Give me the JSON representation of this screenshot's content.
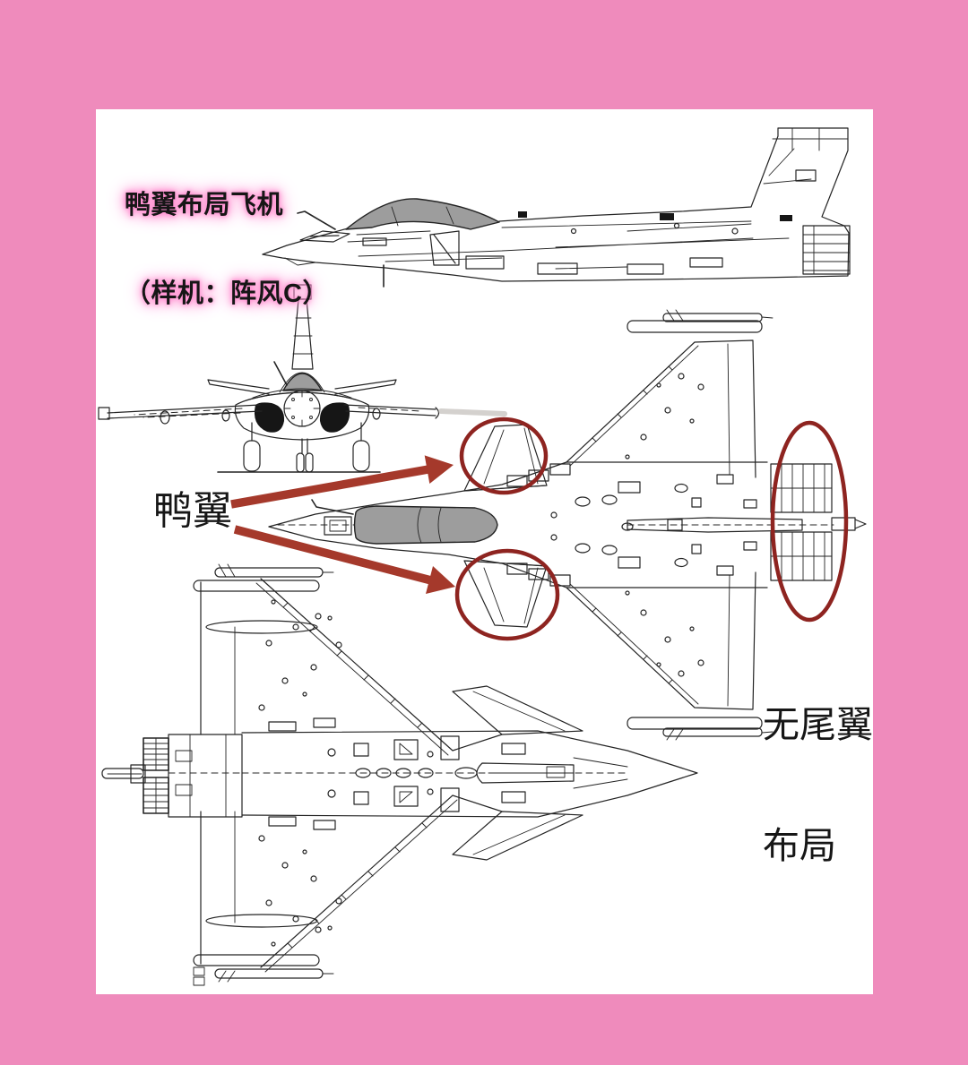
{
  "page": {
    "background_color": "#ef8bbc",
    "panel_color": "#ffffff"
  },
  "title": {
    "line1": "鸭翼布局飞机",
    "line2": "（样机：阵风C）",
    "text_color": "#161616",
    "glow_color": "#ff8ed0"
  },
  "labels": {
    "canard": "鸭翼",
    "tailless_line1": "无尾翼",
    "tailless_line2": "布局"
  },
  "annotations": {
    "circle_color": "#8e2420",
    "arrow_color": "#a5392b"
  },
  "drawing": {
    "line_color": "#242424",
    "canopy_gray": "#9d9d9d"
  }
}
